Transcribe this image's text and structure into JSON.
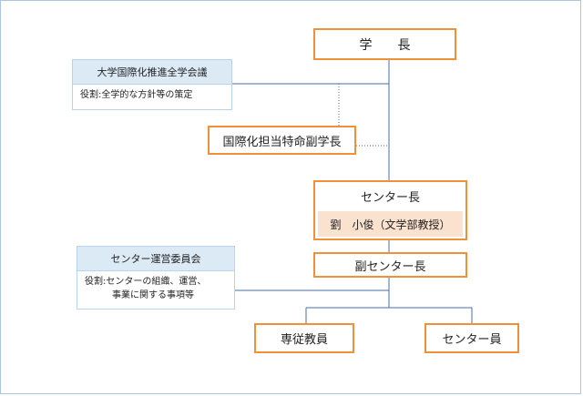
{
  "nodes": {
    "president": "学　　長",
    "intl_council": {
      "title": "大学国際化推進全学会議",
      "role": "役割:全学的な方針等の策定"
    },
    "vice_president": "国際化担当特命副学長",
    "center_director": {
      "title": "センター長",
      "person": "劉　小俊（文学部教授）"
    },
    "center_committee": {
      "title": "センター運営委員会",
      "role_line1": "役割:センターの組織、運営、",
      "role_line2": "事業に関する事項等"
    },
    "vice_director": "副センター長",
    "fulltime_faculty": "専従教員",
    "center_staff": "センター員"
  },
  "colors": {
    "orange_border": "#f0913a",
    "blue_header": "#dbeaf5",
    "peach_fill": "#fbe2cf",
    "line": "#4a6fa5"
  }
}
